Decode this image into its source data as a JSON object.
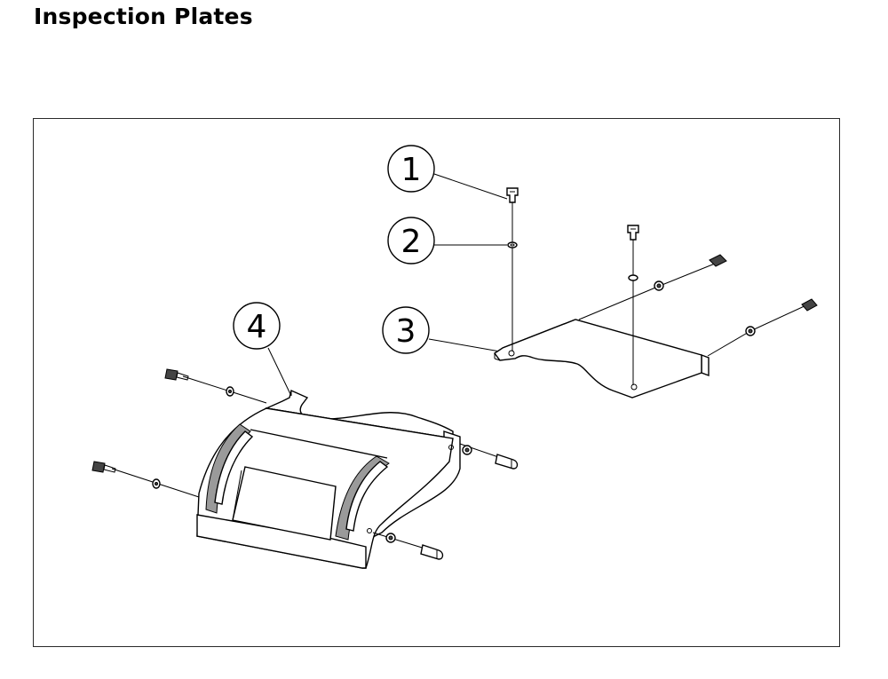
{
  "page": {
    "title": "Inspection Plates"
  },
  "callouts": [
    {
      "id": "1",
      "label": "1"
    },
    {
      "id": "2",
      "label": "2"
    },
    {
      "id": "3",
      "label": "3"
    },
    {
      "id": "4",
      "label": "4"
    }
  ],
  "colors": {
    "line": "#000000",
    "background": "#ffffff",
    "shade": "#9a9a9a"
  }
}
